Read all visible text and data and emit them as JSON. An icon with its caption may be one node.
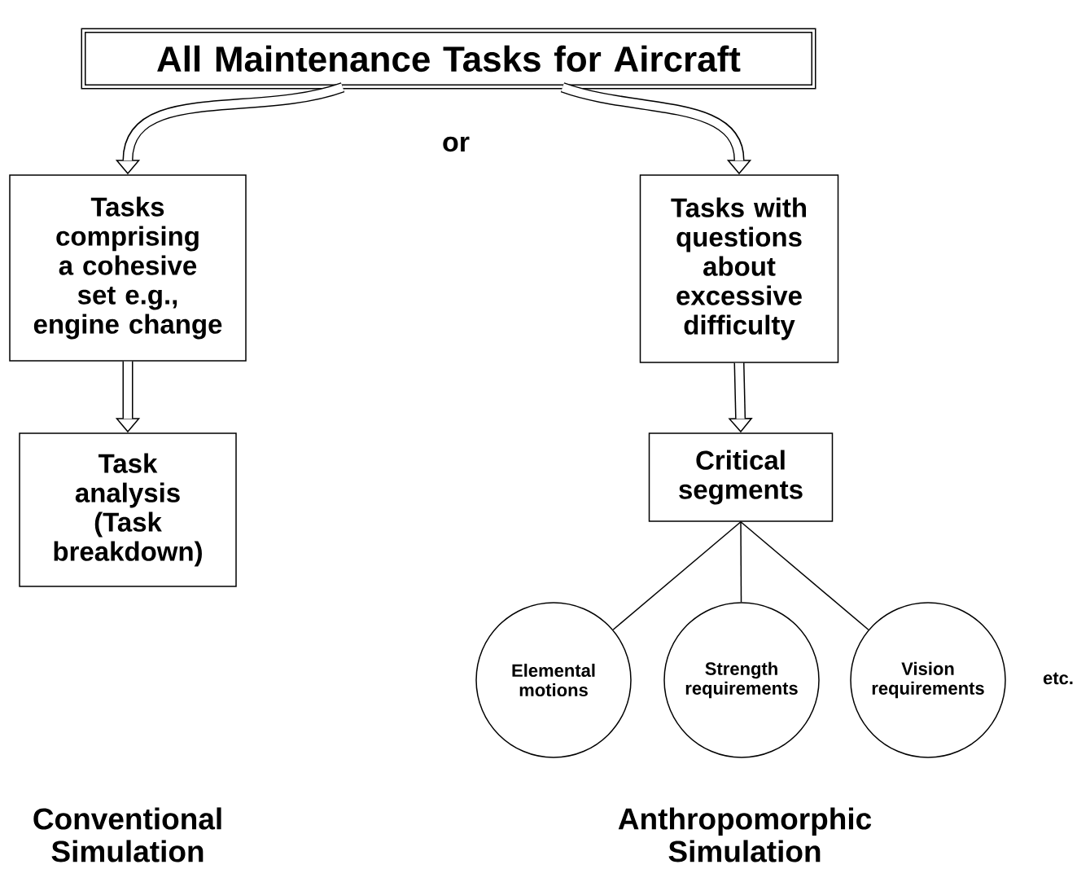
{
  "diagram": {
    "nodes": [
      {
        "text": [
          "All Maintenance Tasks for Aircraft"
        ]
      },
      {
        "text": [
          "Tasks comprising a cohesive set e.g., engine change"
        ]
      },
      {
        "text": [
          "Tasks with questions about excessive difficulty"
        ]
      },
      {
        "text": [
          "Task analysis (Task breakdown)"
        ]
      },
      {
        "text": [
          "Critical segments"
        ]
      },
      {
        "text": [
          "Elemental motions"
        ]
      },
      {
        "text": [
          "Strength requirements"
        ]
      },
      {
        "text": [
          "Vision requirements"
        ]
      }
    ],
    "edges": [
      {
        "from": 0,
        "to": 1,
        "arrow": "to"
      },
      {
        "from": 0,
        "to": 2,
        "arrow": "to"
      },
      {
        "from": 1,
        "to": 3,
        "arrow": "to"
      },
      {
        "from": 2,
        "to": 4,
        "arrow": "to"
      },
      {
        "from": 4,
        "to": 5,
        "arrow": "none",
        "color": "#000000"
      },
      {
        "from": 4,
        "to": 6,
        "arrow": "none",
        "color": "#000000"
      },
      {
        "from": 4,
        "to": 7,
        "arrow": "none",
        "color": "#000000"
      }
    ],
    "labels": [
      "or",
      "etc.",
      "Conventional Simulation",
      "Anthropomorphic Simulation"
    ]
  }
}
